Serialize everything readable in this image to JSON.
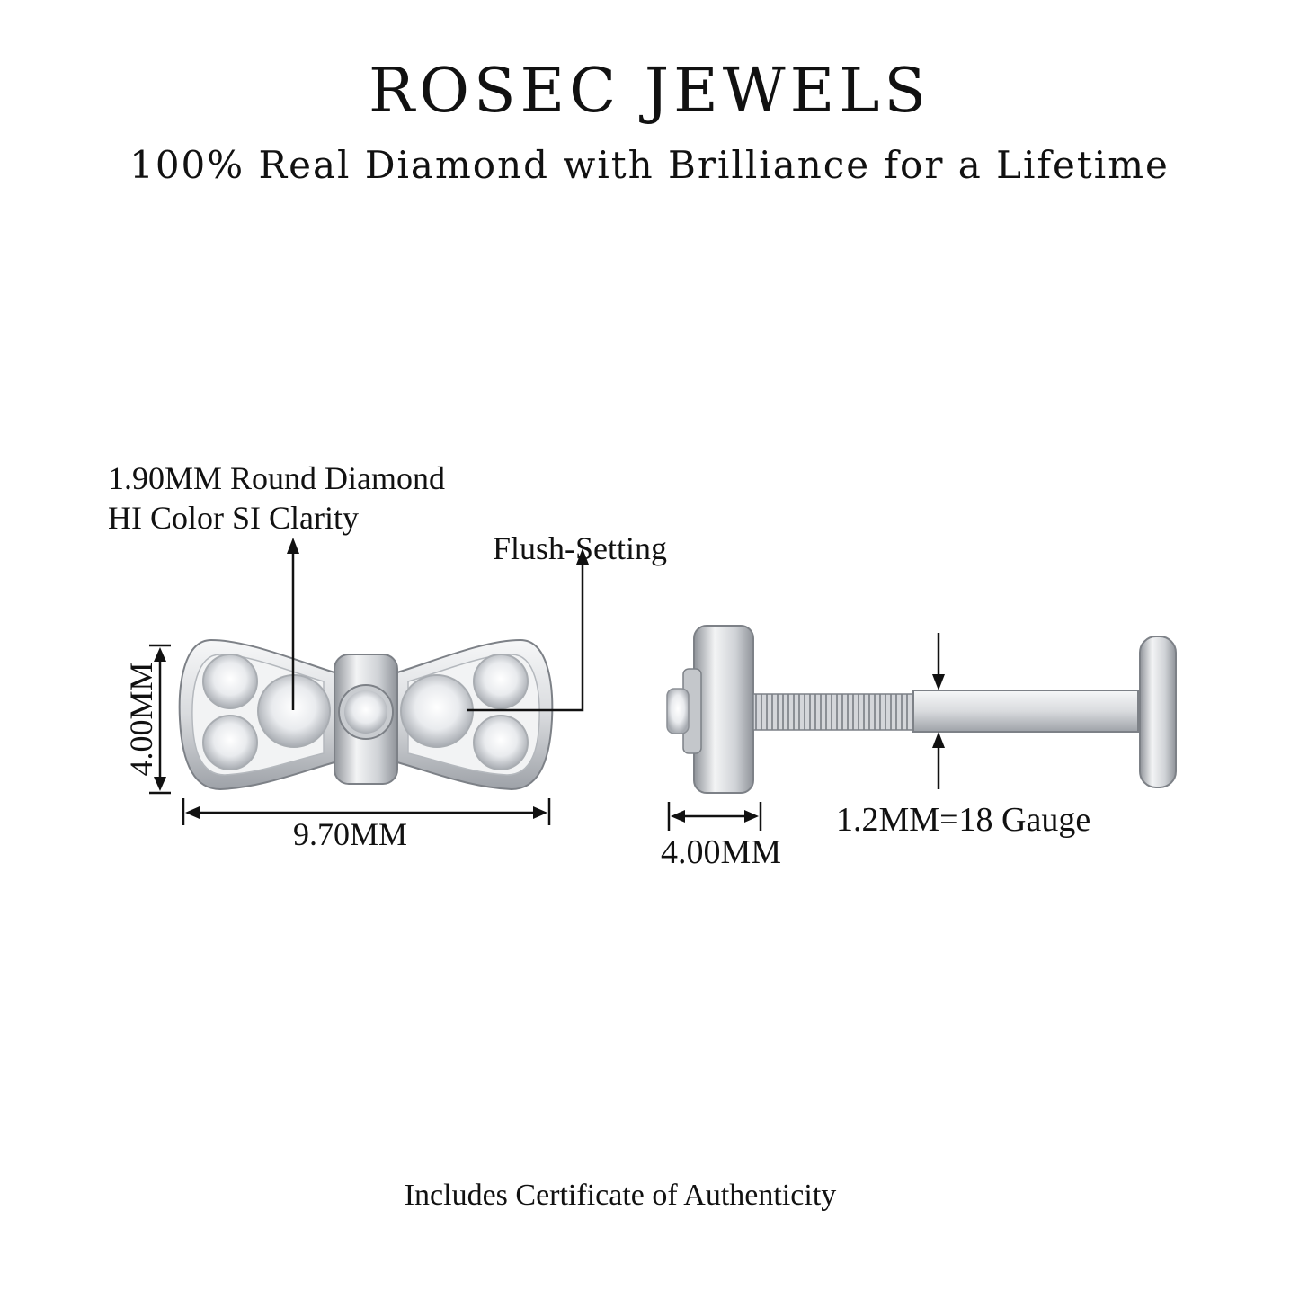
{
  "header": {
    "brand": "ROSEC JEWELS",
    "tagline": "100% Real Diamond with Brilliance for a Lifetime"
  },
  "annotations": {
    "stone_size": "1.90MM Round Diamond",
    "stone_grade": "HI Color SI Clarity",
    "setting": "Flush-Setting",
    "front_height": "4.00MM",
    "front_width": "9.70MM",
    "back_width": "4.00MM",
    "gauge": "1.2MM=18 Gauge"
  },
  "footer": {
    "note": "Includes Certificate of Authenticity"
  },
  "colors": {
    "metal": "#d6d8dc",
    "metal_dark": "#8c9096",
    "line": "#111111"
  }
}
